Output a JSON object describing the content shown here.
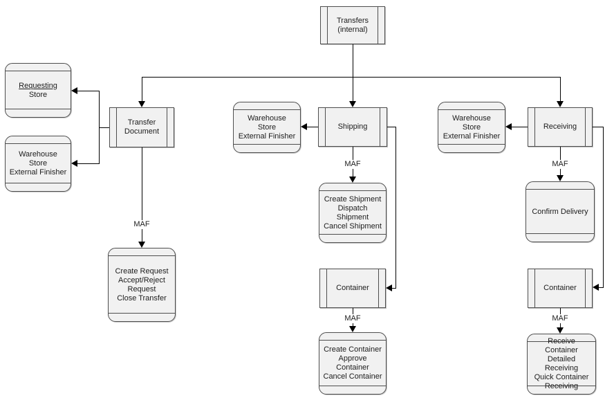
{
  "colors": {
    "node_fill": "#f1f1f1",
    "node_border": "#4d4d4d",
    "connector": "#000000",
    "background": "#ffffff"
  },
  "nodes": {
    "transfers": {
      "label": "Transfers\n(internal)",
      "shape": "predefined-process"
    },
    "requesting_store": {
      "line1": "Requesting",
      "line2": "Store",
      "shape": "rounded-banded"
    },
    "warehouse_left": {
      "label": "Warehouse\nStore\nExternal Finisher",
      "shape": "rounded-banded"
    },
    "transfer_document": {
      "label": "Transfer\nDocument",
      "shape": "predefined-process"
    },
    "create_request": {
      "label": "Create Request\nAccept/Reject\nRequest\nClose Transfer",
      "shape": "rounded-banded"
    },
    "warehouse_mid": {
      "label": "Warehouse\nStore\nExternal Finisher",
      "shape": "rounded-banded"
    },
    "shipping": {
      "label": "Shipping",
      "shape": "predefined-process"
    },
    "create_shipment": {
      "label": "Create Shipment\nDispatch Shipment\nCancel Shipment",
      "shape": "rounded-banded"
    },
    "container_mid": {
      "label": "Container",
      "shape": "predefined-process"
    },
    "create_container": {
      "label": "Create Container\nApprove Container\nCancel Container",
      "shape": "rounded-banded"
    },
    "warehouse_right": {
      "label": "Warehouse\nStore\nExternal Finisher",
      "shape": "rounded-banded"
    },
    "receiving": {
      "label": "Receiving",
      "shape": "predefined-process"
    },
    "confirm_delivery": {
      "label": "Confirm Delivery",
      "shape": "rounded-banded"
    },
    "container_right": {
      "label": "Container",
      "shape": "predefined-process"
    },
    "receive_container": {
      "label": "Receive Container\nDetailed Receiving\nQuick Container\nReceiving",
      "shape": "rounded-banded"
    }
  },
  "labels": {
    "maf": "MAF"
  }
}
